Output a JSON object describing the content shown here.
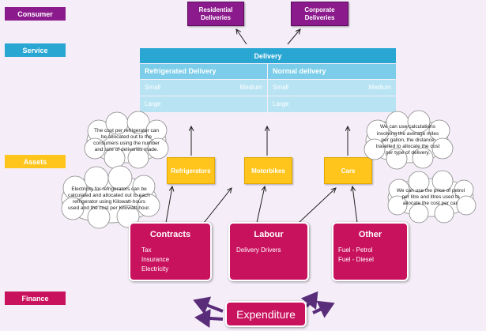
{
  "layers": {
    "consumer": "Consumer",
    "service": "Service",
    "assets": "Assets",
    "finance": "Finance"
  },
  "consumers": {
    "residential": "Residential Deliveries",
    "corporate": "Corporate Deliveries"
  },
  "service": {
    "title": "Delivery",
    "refrigerated": {
      "label": "Refrigerated Delivery",
      "small": "Small",
      "medium": "Medium",
      "large": "Large"
    },
    "normal": {
      "label": "Normal delivery",
      "small": "Small",
      "medium": "Medium",
      "large": "Large"
    }
  },
  "assets": {
    "refrigerators": "Refrigerators",
    "motorbikes": "Motorbikes",
    "cars": "Cars"
  },
  "finance": {
    "contracts": {
      "title": "Contracts",
      "items": [
        "Tax",
        "Insurance",
        "Electricity"
      ]
    },
    "labour": {
      "title": "Labour",
      "items": [
        "Delivery Drivers"
      ]
    },
    "other": {
      "title": "Other",
      "items": [
        "Fuel - Petrol",
        "Fuel - Diesel"
      ]
    },
    "expenditure": "Expenditure"
  },
  "notes": {
    "fridge_cost": "The cost per refrigerator can be allocated out to the consumers using the number and size of deliveries made.",
    "electricity": "Electricity for refrigerators can be calculated and allocated out to each refrigerator using Kilowatt-hours used and the cost per Kilowatt-hour.",
    "miles": "We can use calculations involving the average miles per gallon, the distance travelled to allocate the cost per type of delivery.",
    "petrol": "We can use the price of petrol per litre and litres used to allocate the cost per car."
  },
  "colors": {
    "consumer": "#8b1a8c",
    "service": "#2aa6d2",
    "assets": "#ffc51c",
    "finance": "#c8125e"
  }
}
